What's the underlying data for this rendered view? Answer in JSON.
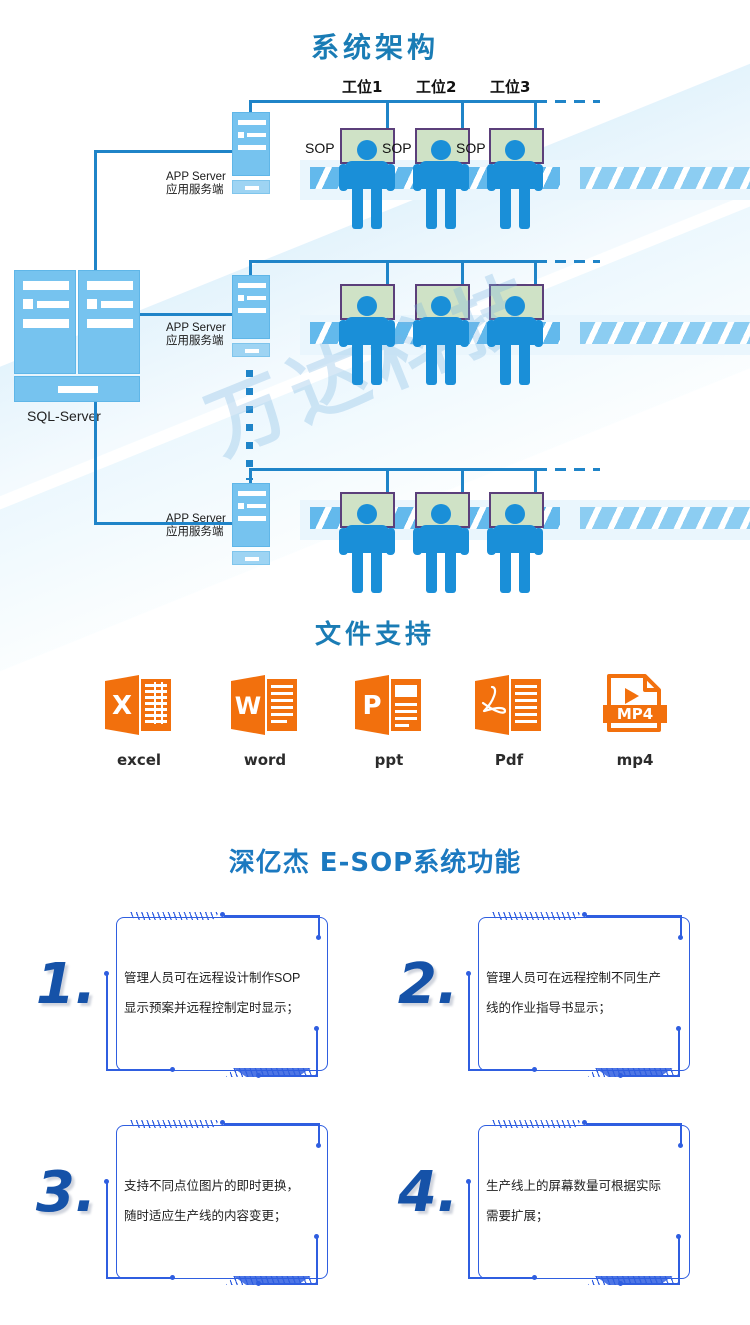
{
  "sections": {
    "architecture_title": "系统架构",
    "files_title": "文件支持",
    "functions_title": "深亿杰 E-SOP系统功能"
  },
  "watermark": "万达科技",
  "architecture": {
    "database_label": "SQL-Server",
    "app_server_en": "APP Server",
    "app_server_cn": "应用服务端",
    "sop_label": "SOP",
    "stations": [
      "工位1",
      "工位2",
      "工位3"
    ],
    "rows": [
      {
        "server_en": "APP Server",
        "server_cn": "应用服务端"
      },
      {
        "server_en": "APP Server",
        "server_cn": "应用服务端"
      },
      {
        "server_en": "APP Server",
        "server_cn": "应用服务端"
      }
    ],
    "colors": {
      "line": "#1f84c8",
      "server": "#76c3ef",
      "screen_fill": "#cfe2c6",
      "screen_border": "#5b3f7a",
      "worker": "#1a8fd8",
      "belt": "#63b9ec"
    }
  },
  "file_support": {
    "accent": "#f2700d",
    "items": [
      {
        "label": "excel",
        "letter": "X",
        "icon": "excel-icon"
      },
      {
        "label": "word",
        "letter": "W",
        "icon": "word-icon"
      },
      {
        "label": "ppt",
        "letter": "P",
        "icon": "powerpoint-icon"
      },
      {
        "label": "Pdf",
        "letter": "A",
        "icon": "pdf-icon"
      },
      {
        "label": "mp4",
        "letter": "MP4",
        "icon": "mp4-icon"
      }
    ]
  },
  "features": {
    "accent": "#2f5ee0",
    "items": [
      {
        "number": "1.",
        "line1": "管理人员可在远程设计制作SOP",
        "line2": "显示预案并远程控制定时显示；"
      },
      {
        "number": "2.",
        "line1": "管理人员可在远程控制不同生产",
        "line2": "线的作业指导书显示；"
      },
      {
        "number": "3.",
        "line1": "支持不同点位图片的即时更换，",
        "line2": "随时适应生产线的内容变更；"
      },
      {
        "number": "4.",
        "line1": "生产线上的屏幕数量可根据实际",
        "line2": "需要扩展；"
      }
    ]
  }
}
